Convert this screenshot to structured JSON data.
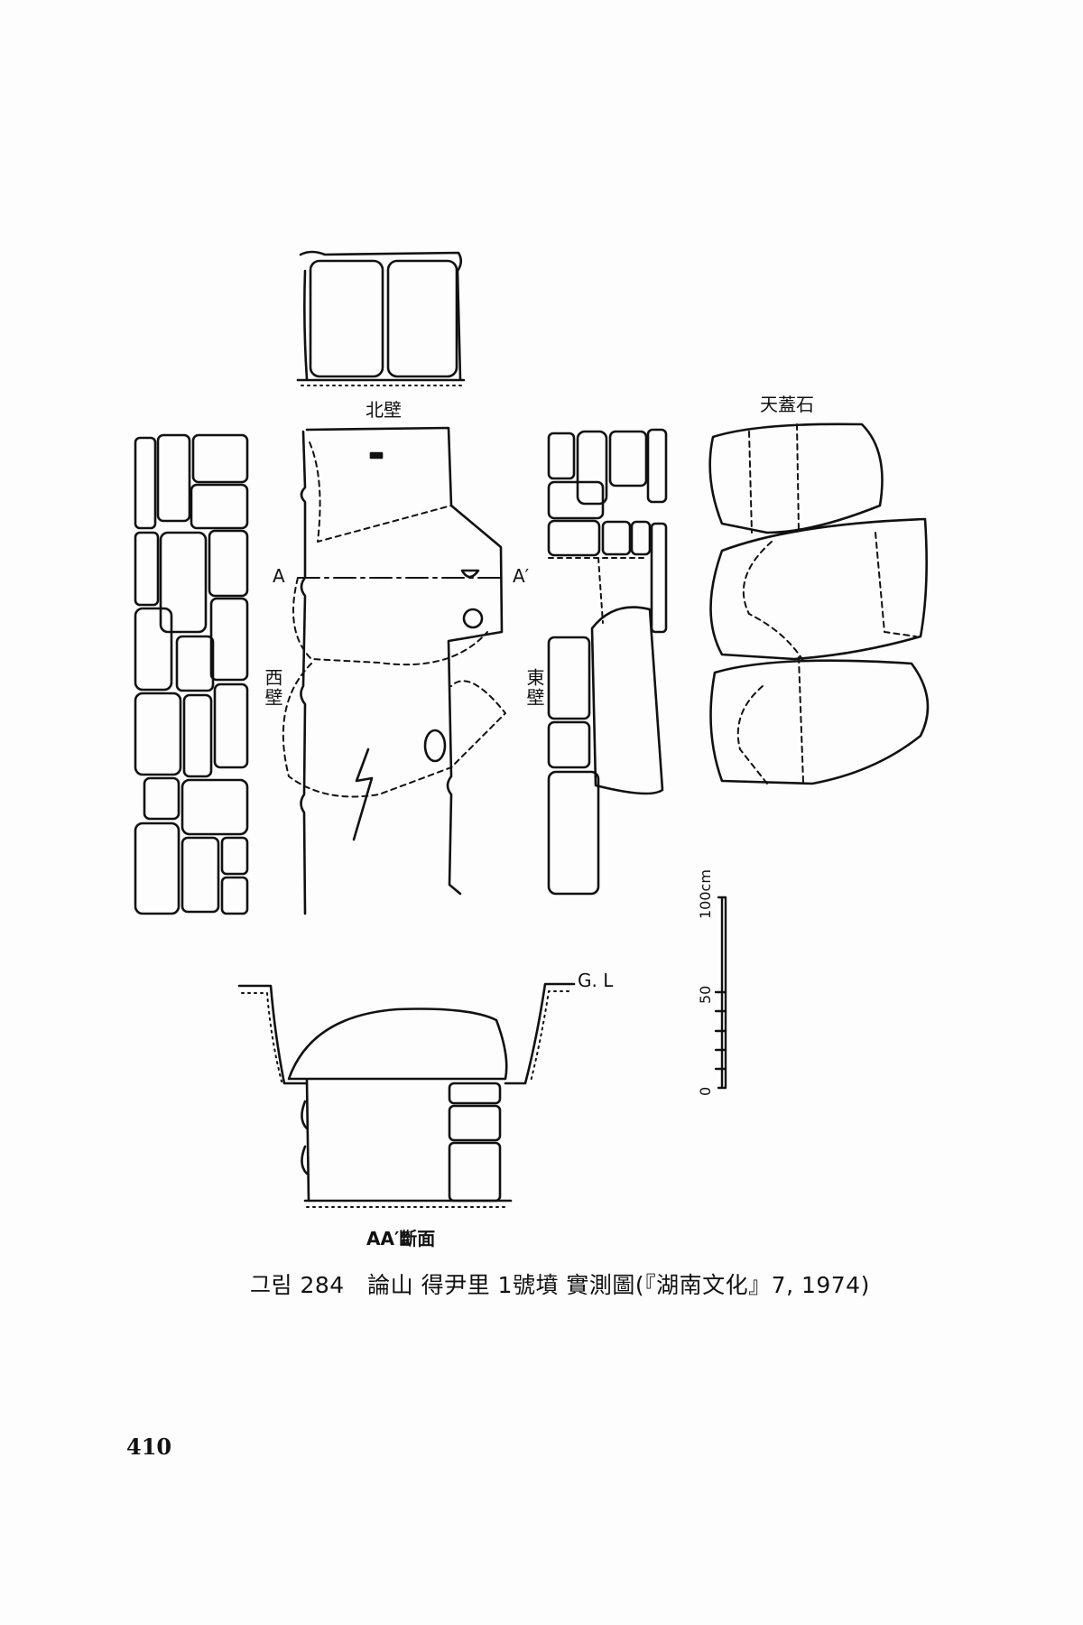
{
  "figure": {
    "labels": {
      "north_wall": "北壁",
      "west_wall": "西壁",
      "east_wall": "東壁",
      "capstones": "天蓋石",
      "section_a": "A",
      "section_a_prime": "A′",
      "ground_level": "G. L",
      "section_title": "AA′斷面"
    },
    "scale_bar": {
      "unit_label": "100cm",
      "mid_label": "50",
      "zero_label": "0"
    },
    "caption": "그림 284　論山 得尹里 1號墳 實測圖(『湖南文化』7, 1974)"
  },
  "page_number": "410"
}
